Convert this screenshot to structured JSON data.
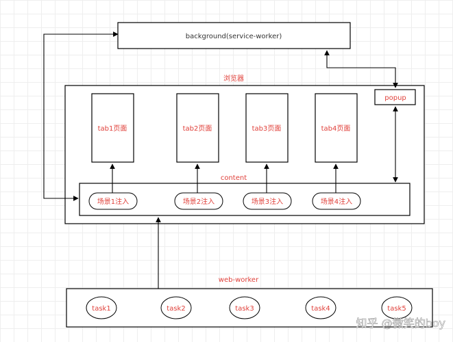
{
  "background_label": "background(service-worker)",
  "browser_label": "浏览器",
  "popup_label": "popup",
  "content_label": "content",
  "web_worker_label": "web-worker",
  "tabs": [
    "tab1页面",
    "tab2页面",
    "tab3页面",
    "tab4页面"
  ],
  "scenes": [
    "场景1注入",
    "场景2注入",
    "场景3注入",
    "场景4注入"
  ],
  "tasks": [
    "task1",
    "task2",
    "task3",
    "task4",
    "task5"
  ],
  "watermark": "知乎 @微笑的boy",
  "colors": {
    "label": "#e0403a",
    "stroke": "#000000",
    "grid": "#eeeeee"
  }
}
